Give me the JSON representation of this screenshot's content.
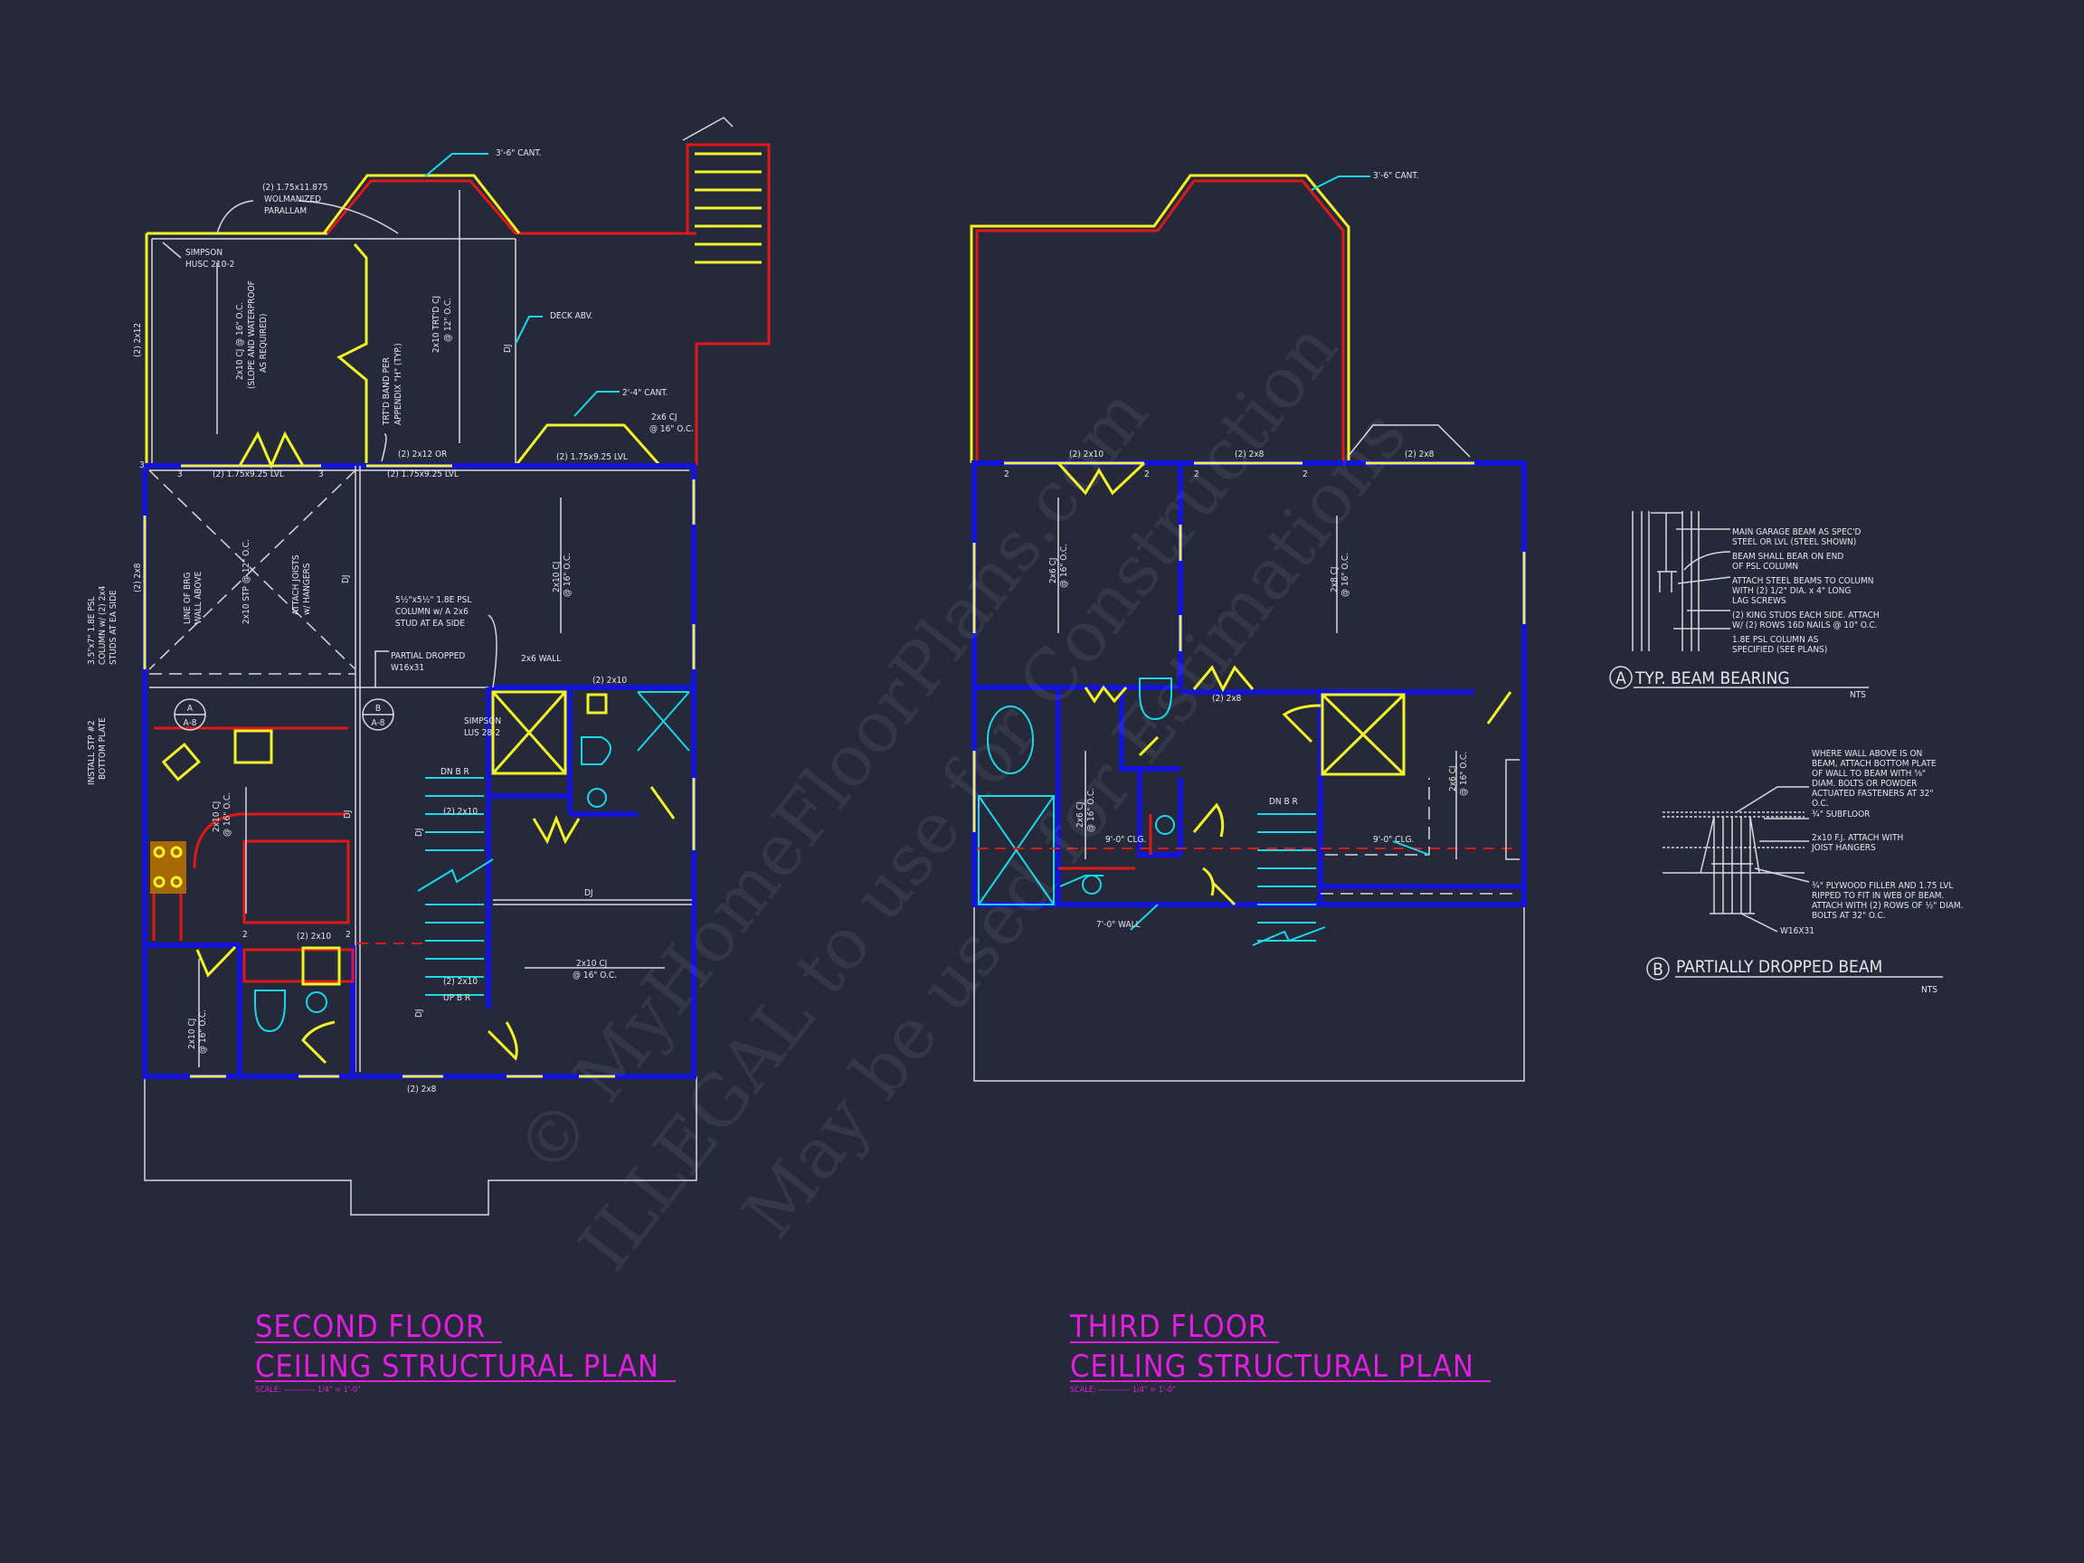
{
  "colors": {
    "background": "#252939",
    "walls": "#1414d6",
    "windows_doors": "#f3f32a",
    "beams_red": "#e01818",
    "fixtures": "#19d8ea",
    "titles": "#e21ee0",
    "annotations": "#e6e6ea"
  },
  "watermark": {
    "line1": "© MyHomeFloorPlans.com",
    "line2": "ILLEGAL to use for Construction",
    "line3": "May be used for Estimations"
  },
  "second_floor": {
    "title_line1": "SECOND FLOOR",
    "title_line2": "CEILING STRUCTURAL PLAN",
    "scale": "SCALE: ------------ 1/4\" = 1'-0\"",
    "labels": {
      "cant_top": "3'-6\" CANT.",
      "parallam1": "(2) 1.75x11.875",
      "parallam2": "WOLMANIZED",
      "parallam3": "PARALLAM",
      "simpson_husc1": "SIMPSON",
      "simpson_husc2": "HUSC 210-2",
      "left_2x12": "(2) 2x12",
      "deck_cj1": "2x10 CJ @ 16\" O.C.",
      "deck_cj2": "(SLOPE AND WATERPROOF",
      "deck_cj3": "AS REQUIRED)",
      "band1": "TRT'D BAND PER",
      "band2": "APPENDIX \"H\" (TYP.)",
      "trtd_cj1": "2x10 TRT'D CJ",
      "trtd_cj2": "@ 12\" O.C.",
      "dj": "DJ",
      "deck_abv": "DECK ABV.",
      "cant_2_4": "2'-4\" CANT.",
      "cj_2x6_1": "2x6 CJ",
      "cj_2x6_2": "@ 16\" O.C.",
      "lvl": "(2) 1.75x9.25 LVL",
      "or_2x12": "(2) 2x12 OR",
      "left_2x8": "(2) 2x8",
      "psl1": "3.5\"x7\" 1.8E PSL",
      "psl2": "COLUMN w/ (2) 2x4",
      "psl3": "STUDS AT EA SIDE",
      "brg1": "LINE OF BRG",
      "brg2": "WALL ABOVE",
      "stp": "2x10 STP @ 12\" O.C.",
      "hang1": "ATTACH JOISTS",
      "hang2": "w/ HANGERS",
      "col1": "5½\"x5½\" 1.8E PSL",
      "col2": "COLUMN w/ A 2x6",
      "col3": "STUD AT EA SIDE",
      "pd1": "PARTIAL DROPPED",
      "pd2": "W16x31",
      "wall_2x6": "2x6 WALL",
      "hdr_2x10": "(2) 2x10",
      "cj16_1": "2x10 CJ",
      "cj16_2": "@ 16\" O.C.",
      "ref_a": "A",
      "ref_b": "B",
      "ref_sheet": "A-8",
      "lus1": "SIMPSON",
      "lus2": "LUS 28-2",
      "stp_plate1": "INSTALL STP #2",
      "stp_plate2": "BOTTOM PLATE",
      "dn_br": "DN  B R",
      "up_br": "UP  B R",
      "bottom_2x8": "(2) 2x8",
      "num2": "2",
      "num3": "3"
    }
  },
  "third_floor": {
    "title_line1": "THIRD FLOOR",
    "title_line2": "CEILING STRUCTURAL PLAN",
    "scale": "SCALE: ------------ 1/4\" = 1'-0\"",
    "labels": {
      "cant": "3'-6\" CANT.",
      "hdr_2x10": "(2) 2x10",
      "hdr_2x8": "(2) 2x8",
      "cj_2x6_1": "2x6 CJ",
      "cj_2x6_2": "@ 16\" O.C.",
      "cj_2x8_1": "2x8 CJ",
      "clg": "9'-0\" CLG.",
      "wall_7": "7'-0\" WALL",
      "dn_br": "DN  B R",
      "num2": "2"
    }
  },
  "detail_a": {
    "marker": "A",
    "title": "TYP. BEAM BEARING",
    "scale": "NTS",
    "notes": [
      "MAIN GARAGE BEAM AS SPEC'D",
      "STEEL OR LVL (STEEL SHOWN)",
      "BEAM SHALL BEAR ON END",
      "OF PSL COLUMN",
      "ATTACH STEEL BEAMS TO COLUMN",
      "WITH (2) 1/2\" DIA. x 4\" LONG",
      "LAG SCREWS",
      "(2) KING STUDS EACH SIDE.  ATTACH",
      "W/ (2) ROWS 16D NAILS @ 10\" O.C.",
      "1.8E PSL COLUMN AS",
      "SPECIFIED (SEE PLANS)"
    ]
  },
  "detail_b": {
    "marker": "B",
    "title": "PARTIALLY DROPPED BEAM",
    "scale": "NTS",
    "notes": [
      "WHERE WALL ABOVE IS ON",
      "BEAM, ATTACH BOTTOM PLATE",
      "OF WALL TO BEAM WITH ⅝\"",
      "DIAM. BOLTS OR POWDER",
      "ACTUATED FASTENERS AT 32\"",
      "O.C.",
      "¾\" SUBFLOOR",
      "2x10 F.J.  ATTACH WITH",
      "JOIST HANGERS",
      "¾\" PLYWOOD FILLER AND 1.75 LVL",
      "RIPPED TO FIT IN WEB OF BEAM.",
      "ATTACH WITH (2) ROWS OF ½\" DIAM.",
      "BOLTS AT 32\" O.C.",
      "W16X31"
    ]
  }
}
